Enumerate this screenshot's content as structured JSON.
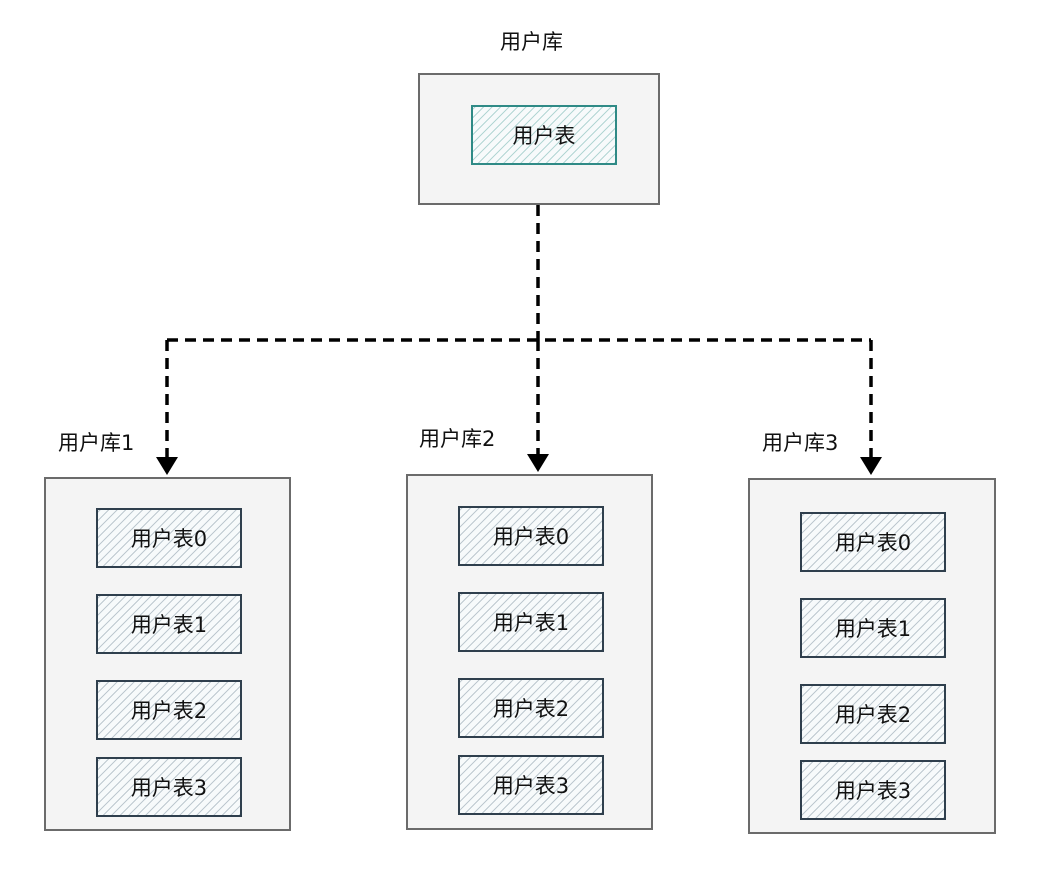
{
  "source": {
    "db_label": "用户库",
    "table_label": "用户表"
  },
  "shards": [
    {
      "db_label": "用户库1",
      "tables": [
        "用户表0",
        "用户表1",
        "用户表2",
        "用户表3"
      ]
    },
    {
      "db_label": "用户库2",
      "tables": [
        "用户表0",
        "用户表1",
        "用户表2",
        "用户表3"
      ]
    },
    {
      "db_label": "用户库3",
      "tables": [
        "用户表0",
        "用户表1",
        "用户表2",
        "用户表3"
      ]
    }
  ],
  "colors": {
    "db_fill": "#f4f4f4",
    "db_border": "#6b6b6b",
    "table_border": "#2f3f4d",
    "source_table_border": "#2f8a86",
    "connector": "#000000"
  }
}
